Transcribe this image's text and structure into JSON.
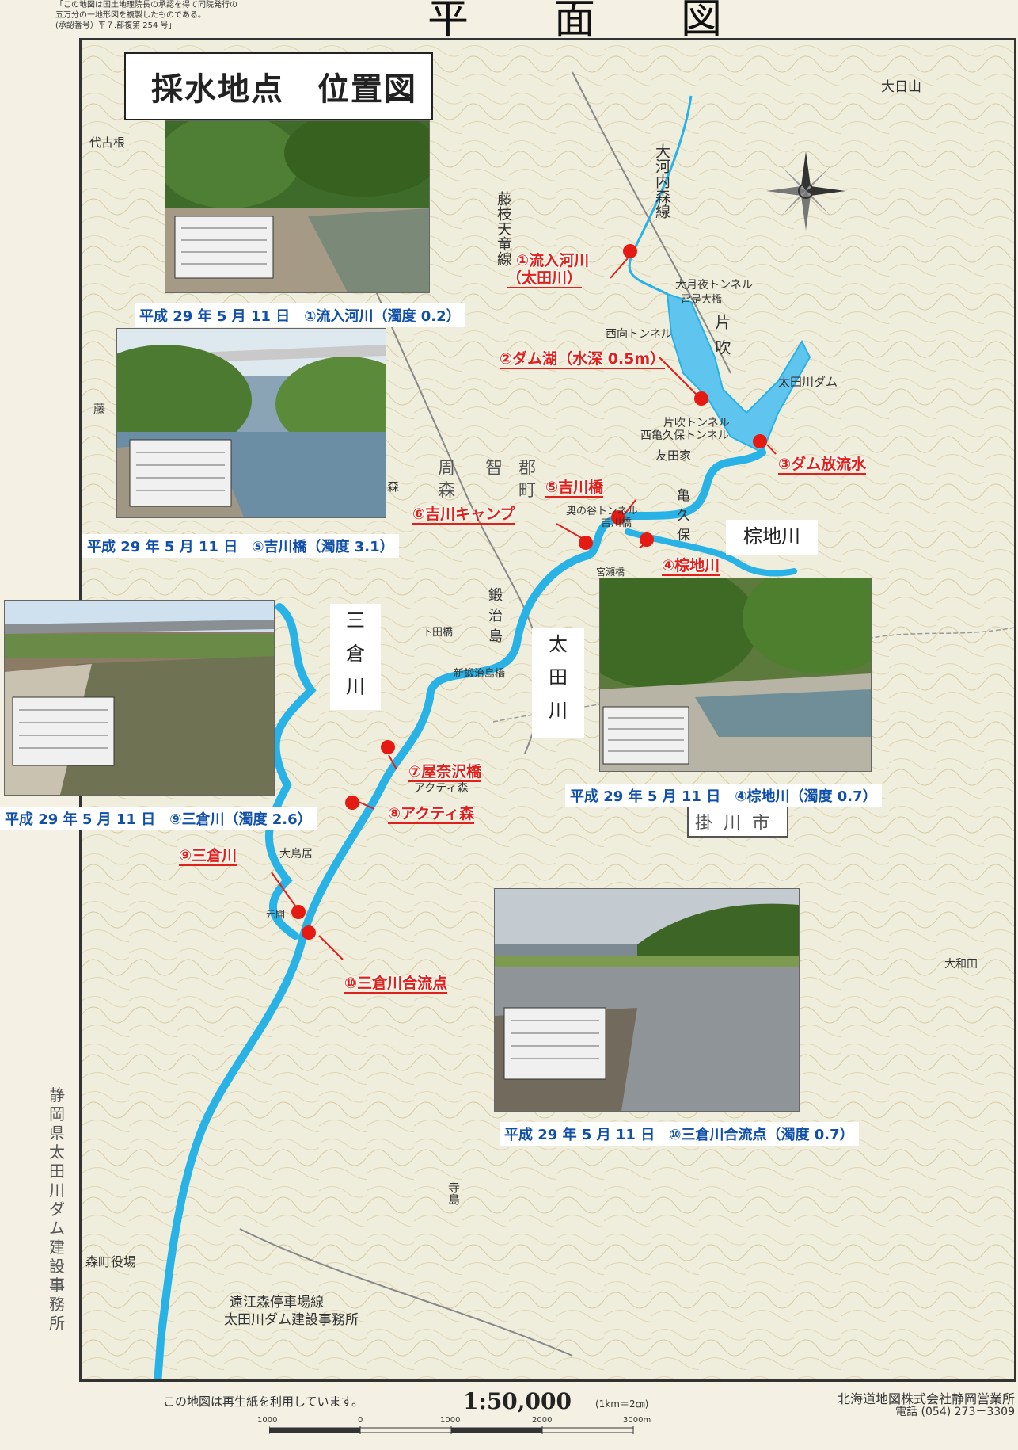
{
  "permit_note": "「この地図は国土地理院長の承認を得て同院発行の\n五万分の一地形図を複製したものである。\n(承認番号）平７.部複第 254 号」",
  "page_title": "平　面　図",
  "location_title": "採水地点　位置図",
  "colors": {
    "river": "#28b2e6",
    "reservoir": "#5fc4ee",
    "point": "#e51a12",
    "caption": "#1150a8",
    "label": "#e0201a"
  },
  "photos": [
    {
      "caption": "平成 29 年 5 月 11 日　①流入河川（濁度 0.2）"
    },
    {
      "caption": "平成 29 年 5 月 11 日　⑤吉川橋（濁度 3.1）"
    },
    {
      "caption": "平成 29 年 5 月 11 日　⑨三倉川（濁度 2.6）"
    },
    {
      "caption": "平成 29 年 5 月 11 日　④棕地川（濁度 0.7）"
    },
    {
      "caption": "平成 29 年 5 月 11 日　⑩三倉川合流点（濁度 0.7）"
    }
  ],
  "points": [
    {
      "label": "①流入河川"
    },
    {
      "label": "（太田川）"
    },
    {
      "label": "②ダム湖（水深 0.5m）"
    },
    {
      "label": "③ダム放流水"
    },
    {
      "label": "④棕地川"
    },
    {
      "label": "⑤吉川橋"
    },
    {
      "label": "⑥吉川キャンプ"
    },
    {
      "label": "⑦屋奈沢橋"
    },
    {
      "label": "⑧アクティ森"
    },
    {
      "label": "⑨三倉川"
    },
    {
      "label": "⑩三倉川合流点"
    }
  ],
  "river_labels": {
    "mikura": "三\n倉\n川",
    "ota": "太\n田\n川",
    "muku": "棕地川"
  },
  "places": [
    "大日山",
    "代古根",
    "大河内森線",
    "藤枝天竜線",
    "大月夜トンネル",
    "雷是大橋",
    "西向トンネル",
    "片吹",
    "太田川ダム",
    "片吹トンネル",
    "西亀久保トンネル",
    "友田家",
    "周",
    "智",
    "郡",
    "森",
    "町",
    "奥の谷トンネル",
    "吉川橋",
    "亀久保",
    "宮瀬橋",
    "鍛治島",
    "下田橋",
    "新鍛治島橋",
    "アクティ森",
    "掛川市",
    "大鳥居",
    "元開",
    "森町役場",
    "遠江森停車場線",
    "太田川ダム建設事務所",
    "大和田",
    "寺島",
    "藤",
    "森"
  ],
  "vertical_org": "静岡県太田川ダム建設事務所",
  "footer": {
    "recycled": "この地図は再生紙を利用しています。",
    "scale": "1:50,000",
    "scale_sub": "(1km＝2㎝)",
    "scale_ticks": [
      "1000",
      "0",
      "1000",
      "2000",
      "3000m"
    ],
    "publisher": "北海道地図株式会社静岡営業所",
    "phone": "電話 (054) 273－3309"
  }
}
